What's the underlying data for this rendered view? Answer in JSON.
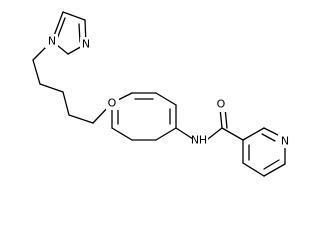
{
  "molecule": {
    "atoms": {
      "imidazole_n1": "N",
      "imidazole_n3": "N",
      "ether_oxygen": "O",
      "amide_oxygen": "O",
      "amide_nitrogen": "N",
      "amide_hydrogen": "H",
      "pyridine_nitrogen": "N"
    }
  }
}
